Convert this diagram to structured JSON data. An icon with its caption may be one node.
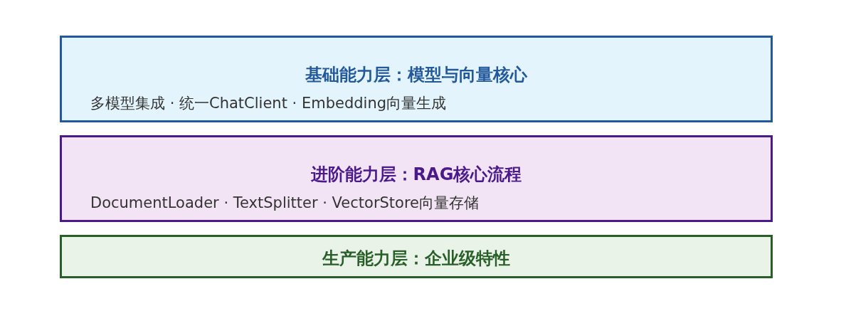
{
  "diagram": {
    "nodes": [
      {
        "text": [
          "基础能力层：模型与向量核心",
          "多模型集成 · 统一ChatClient · Embedding向量生成"
        ]
      },
      {
        "text": [
          "进阶能力层：RAG核心流程",
          "DocumentLoader · TextSplitter · VectorStore向量存储"
        ]
      },
      {
        "text": [
          "生产能力层：企业级特性"
        ]
      }
    ]
  }
}
